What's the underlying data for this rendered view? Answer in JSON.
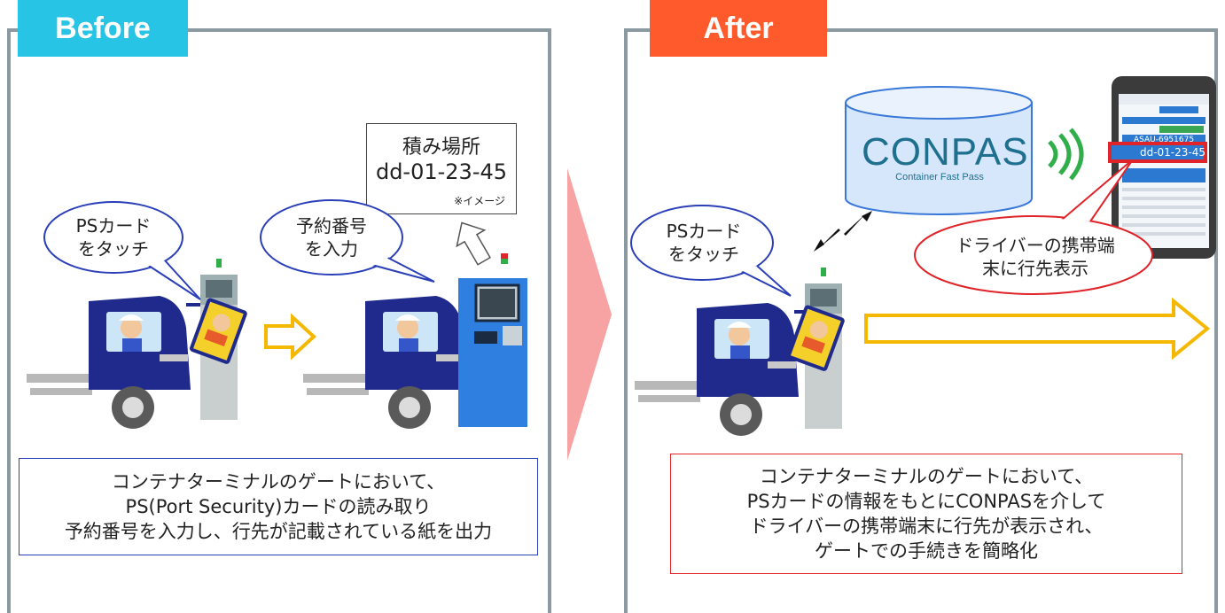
{
  "before": {
    "tag": "Before",
    "bubble_card": [
      "PSカード",
      "をタッチ"
    ],
    "bubble_reserve": [
      "予約番号",
      "を入力"
    ],
    "ticket": {
      "title": "積み場所",
      "code": "dd-01-23-45",
      "note": "※イメージ"
    },
    "caption": [
      "コンテナターミナルのゲートにおいて、",
      "PS(Port Security)カードの読み取り",
      "予約番号を入力し、行先が記載されている紙を出力"
    ]
  },
  "after": {
    "tag": "After",
    "bubble_card": [
      "PSカード",
      "をタッチ"
    ],
    "bubble_phone": [
      "ドライバーの携帯端",
      "末に行先表示"
    ],
    "conpas_logo": "CONPAS",
    "conpas_sub": "Container Fast Pass",
    "phone_code": "dd-01-23-45",
    "phone_container": "ASAU-6951675",
    "caption": [
      "コンテナターミナルのゲートにおいて、",
      "PSカードの情報をもとにCONPASを介して",
      "ドライバーの携帯端末に行先が表示され、",
      "ゲートでの手続きを簡略化"
    ]
  },
  "colors": {
    "before_accent": "#27c4e6",
    "after_accent": "#ff5a2b",
    "truck_blue": "#1f2a8c",
    "arrow_yellow": "#f5b800",
    "divider_pink": "#f7a3a3"
  }
}
